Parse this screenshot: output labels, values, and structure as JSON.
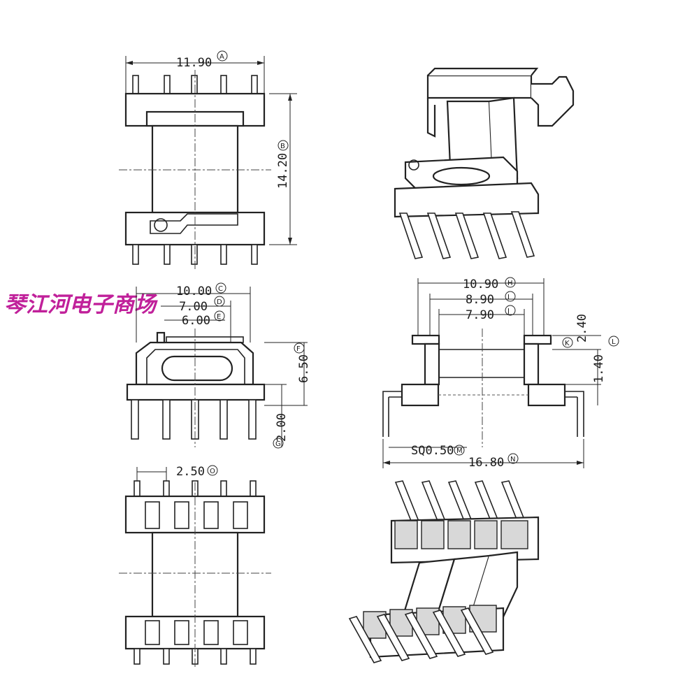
{
  "watermark": "琴江河电子商场",
  "top_view": {
    "width_dim": "11.90",
    "width_tag": "A",
    "height_dim": "14.20",
    "height_tag": "B"
  },
  "front_view": {
    "dim_c": "10.00",
    "tag_c": "C",
    "dim_d": "7.00",
    "tag_d": "D",
    "dim_e": "6.00",
    "tag_e": "E",
    "dim_f": "6.50",
    "tag_f": "F",
    "dim_g": "2.00",
    "tag_g": "G"
  },
  "side_view": {
    "dim_h": "10.90",
    "tag_h": "H",
    "dim_i": "8.90",
    "tag_i": "I",
    "dim_j": "7.90",
    "tag_j": "J",
    "dim_k": "2.40",
    "tag_k": "K",
    "dim_l": "1.40",
    "tag_l": "L",
    "dim_m": "SQ0.50",
    "tag_m": "M",
    "dim_n": "16.80",
    "tag_n": "N"
  },
  "bottom_view": {
    "pitch_dim": "2.50",
    "pitch_tag": "O"
  }
}
